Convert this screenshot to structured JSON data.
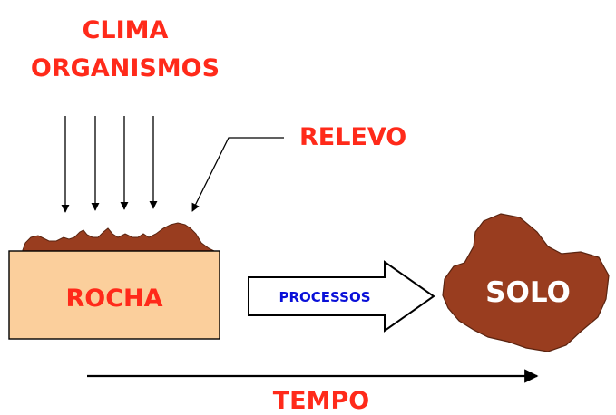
{
  "labels": {
    "clima": "CLIMA",
    "organismos": "ORGANISMOS",
    "relevo": "RELEVO",
    "rocha": "ROCHA",
    "processos": "PROCESSOS",
    "solo": "SOLO",
    "tempo": "TEMPO"
  },
  "colors": {
    "label_red": "#ff2a1a",
    "processos_blue": "#0a10d8",
    "soil_brown": "#993d1f",
    "rock_fill": "#fbcf9c",
    "outline": "#000000",
    "solo_text": "#ffffff"
  }
}
